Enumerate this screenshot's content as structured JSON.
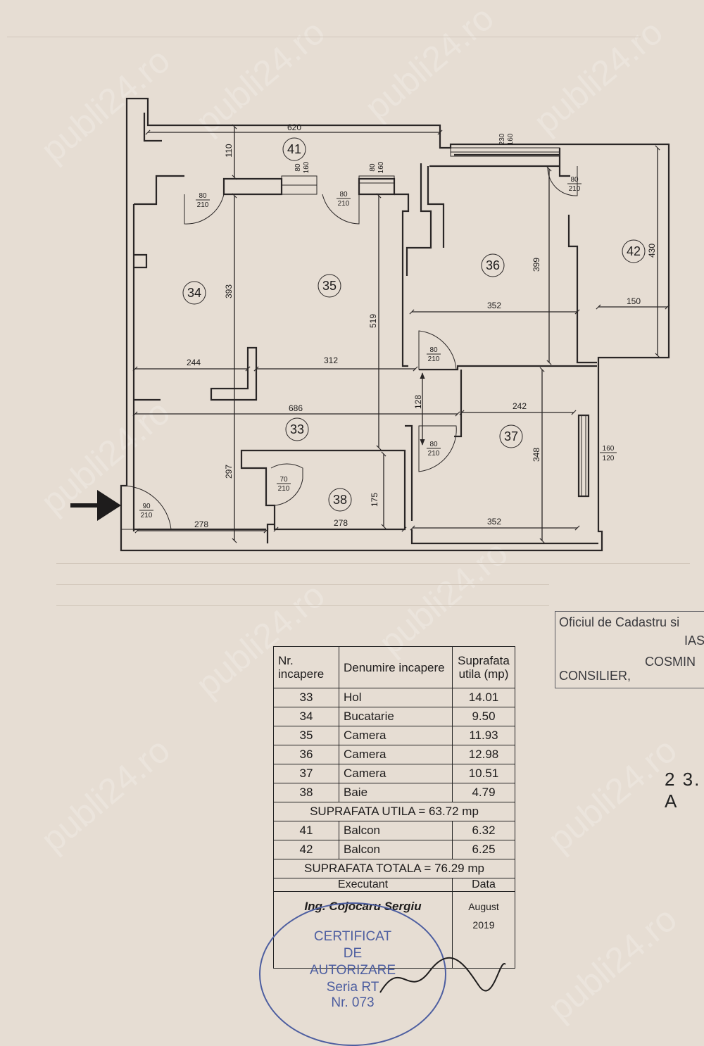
{
  "plan": {
    "rooms": [
      {
        "id": "r41",
        "label": "41"
      },
      {
        "id": "r42",
        "label": "42"
      },
      {
        "id": "r34",
        "label": "34"
      },
      {
        "id": "r35",
        "label": "35"
      },
      {
        "id": "r36",
        "label": "36"
      },
      {
        "id": "r33",
        "label": "33"
      },
      {
        "id": "r37",
        "label": "37"
      },
      {
        "id": "r38",
        "label": "38"
      }
    ],
    "dimensions": [
      "620",
      "110",
      "230",
      "160",
      "80",
      "160",
      "80",
      "160",
      "393",
      "519",
      "399",
      "430",
      "352",
      "150",
      "244",
      "312",
      "686",
      "128",
      "242",
      "348",
      "160",
      "120",
      "297",
      "175",
      "278",
      "278",
      "352"
    ],
    "doors": [
      {
        "w": "80",
        "h": "210"
      },
      {
        "w": "80",
        "h": "210"
      },
      {
        "w": "80",
        "h": "210"
      },
      {
        "w": "80",
        "h": "210"
      },
      {
        "w": "80",
        "h": "210"
      },
      {
        "w": "70",
        "h": "210"
      },
      {
        "w": "90",
        "h": "210"
      }
    ]
  },
  "table": {
    "headers": [
      "Nr. incapere",
      "Denumire incapere",
      "Suprafata utila (mp)"
    ],
    "rows": [
      {
        "nr": "33",
        "name": "Hol",
        "area": "14.01"
      },
      {
        "nr": "34",
        "name": "Bucatarie",
        "area": "9.50"
      },
      {
        "nr": "35",
        "name": "Camera",
        "area": "11.93"
      },
      {
        "nr": "36",
        "name": "Camera",
        "area": "12.98"
      },
      {
        "nr": "37",
        "name": "Camera",
        "area": "10.51"
      },
      {
        "nr": "38",
        "name": "Baie",
        "area": "4.79"
      }
    ],
    "util_total": "SUPRAFATA UTILA = 63.72 mp",
    "balconies": [
      {
        "nr": "41",
        "name": "Balcon",
        "area": "6.32"
      },
      {
        "nr": "42",
        "name": "Balcon",
        "area": "6.25"
      }
    ],
    "grand_total": "SUPRAFATA TOTALA = 76.29 mp",
    "executant_label": "Executant",
    "data_label": "Data",
    "executant_name": "Ing. Cojocaru Sergiu",
    "date": "August 2019"
  },
  "stamp": {
    "line1": "Oficiul de Cadastru si",
    "line2": "IAS",
    "line3": "COSMIN",
    "line4": "CONSILIER,",
    "date_stamp": "2 3. A"
  },
  "seal": {
    "line1": "CERTIFICAT",
    "line2": "DE",
    "line3": "AUTORIZARE",
    "line4": "Seria RT",
    "line5": "Nr. 073"
  },
  "watermark": "publi24.ro"
}
